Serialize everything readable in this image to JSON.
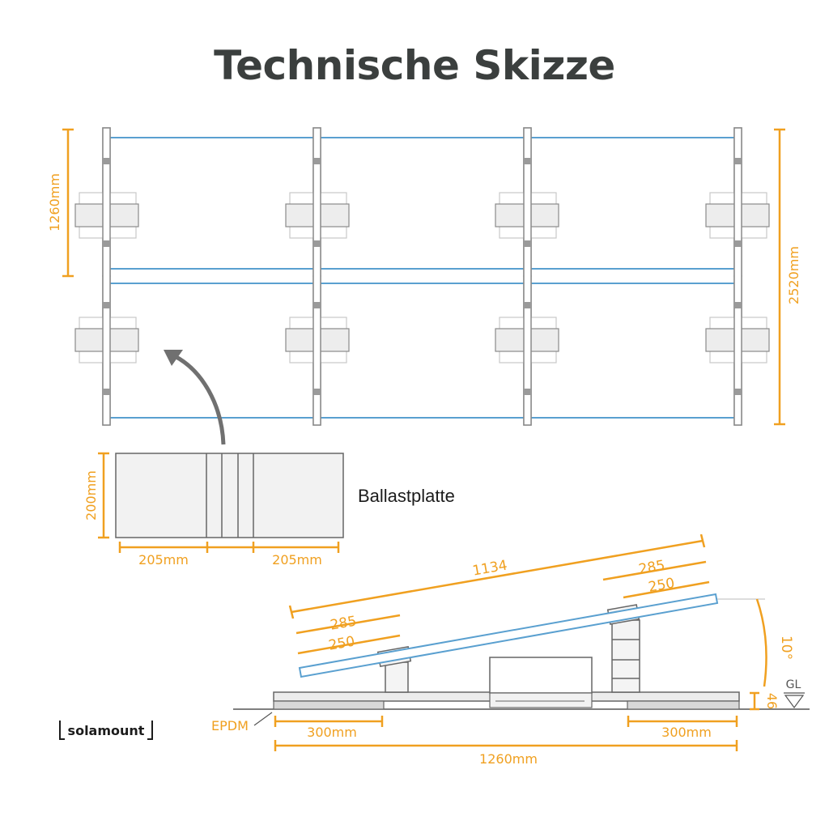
{
  "title": "Technische Skizze",
  "top_view": {
    "height_single": "1260mm",
    "height_total": "2520mm"
  },
  "ballast": {
    "label": "Ballastplatte",
    "height": "200mm",
    "width_left": "205mm",
    "width_right": "205mm"
  },
  "side_view": {
    "panel_length": "1134",
    "front_285": "285",
    "front_250": "250",
    "rear_285": "285",
    "rear_250": "250",
    "angle": "10°",
    "ground_label": "GL",
    "height_46": "46",
    "epdm": "EPDM",
    "left_300": "300mm",
    "right_300": "300mm",
    "total_width": "1260mm"
  },
  "brand": "solamount",
  "colors": {
    "dimension": "#f0a020",
    "panel": "#5aa0d0",
    "frame": "#8a8a8a",
    "arrow": "#707070"
  }
}
